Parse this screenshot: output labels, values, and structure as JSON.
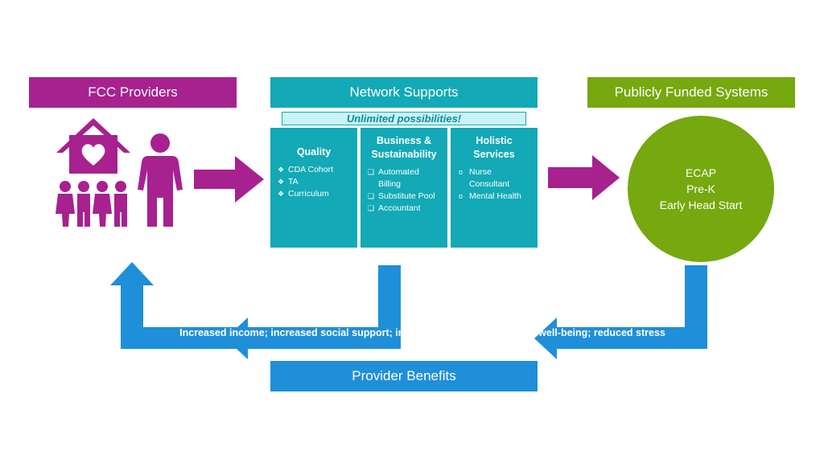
{
  "headers": {
    "fcc_providers": "FCC Providers",
    "network_supports": "Network Supports",
    "publicly_funded": "Publicly Funded Systems",
    "provider_benefits": "Provider Benefits"
  },
  "tagline": "Unlimited possibilities!",
  "columns": {
    "quality": {
      "title": "Quality",
      "items": [
        "CDA Cohort",
        "TA",
        "Curriculum"
      ]
    },
    "business": {
      "title_line1": "Business &",
      "title_line2": "Sustainability",
      "items": [
        "Automated Billing",
        "Substitute Pool",
        "Accountant"
      ]
    },
    "holistic": {
      "title_line1": "Holistic",
      "title_line2": "Services",
      "items": [
        "Nurse Consultant",
        "Mental Health"
      ]
    }
  },
  "public_systems": [
    "ECAP",
    "Pre-K",
    "Early Head Start"
  ],
  "benefits_text": "Increased income; increased social support; increased efficacy; increased well-being; reduced stress",
  "icons": [
    "house-heart-icon",
    "children-icon",
    "adult-person-icon"
  ],
  "colors": {
    "magenta": "#a7218f",
    "teal": "#13a9b6",
    "green": "#76a80f",
    "blue": "#1f8fd9"
  }
}
